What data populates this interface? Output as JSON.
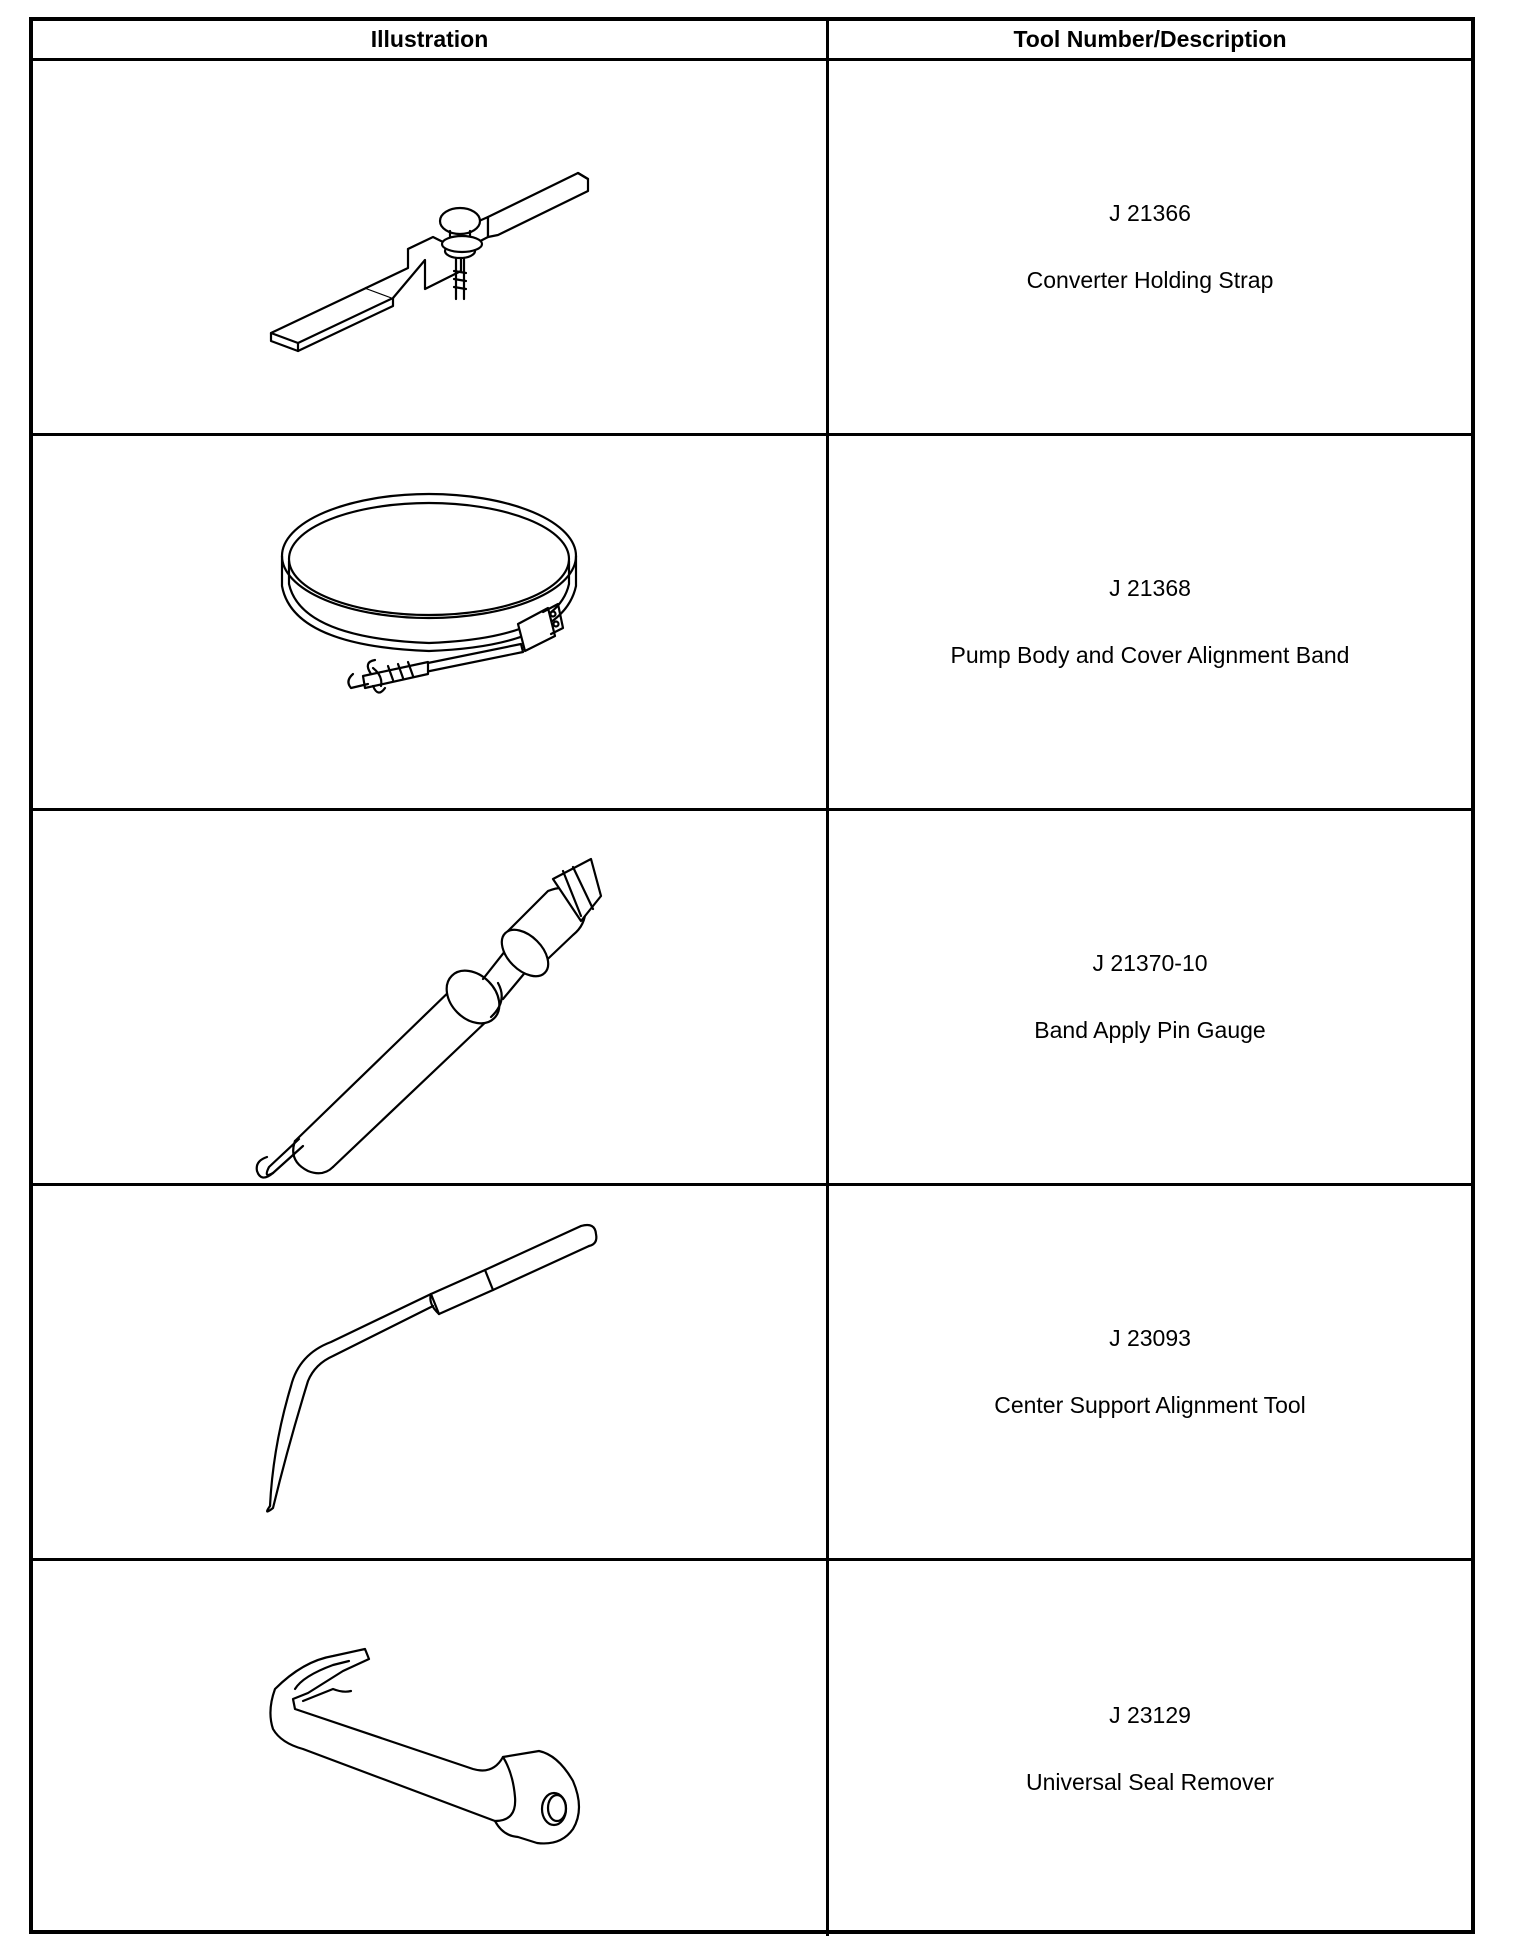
{
  "table": {
    "header": {
      "illustration": "Illustration",
      "tool": "Tool Number/Description"
    },
    "rows": [
      {
        "number": "J 21366",
        "name": "Converter Holding Strap",
        "icon": "converter-holding-strap-icon"
      },
      {
        "number": "J 21368",
        "name": "Pump Body and Cover Alignment Band",
        "icon": "alignment-band-icon"
      },
      {
        "number": "J 21370-10",
        "name": "Band Apply Pin Gauge",
        "icon": "pin-gauge-icon"
      },
      {
        "number": "J 23093",
        "name": "Center Support Alignment Tool",
        "icon": "center-support-tool-icon"
      },
      {
        "number": "J 23129",
        "name": "Universal Seal Remover",
        "icon": "seal-remover-icon"
      }
    ]
  }
}
